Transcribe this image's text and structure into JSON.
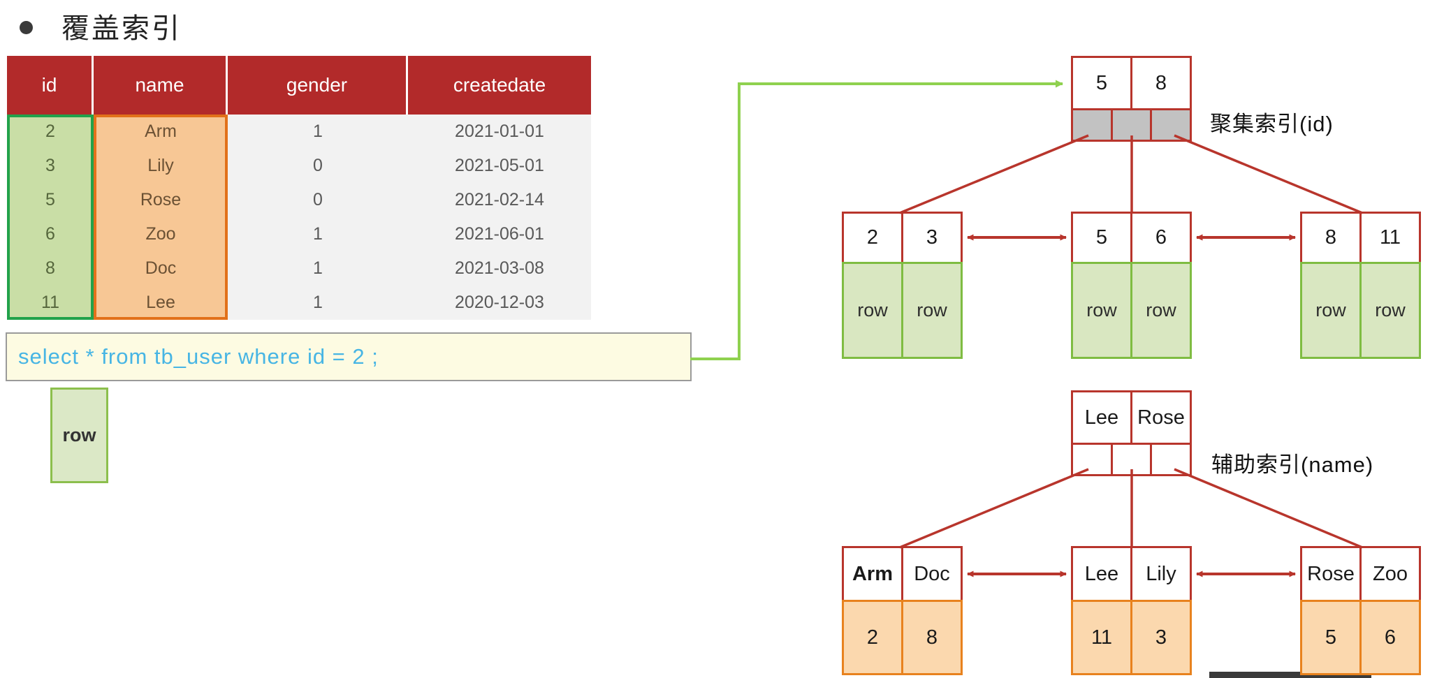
{
  "title": {
    "text": "覆盖索引"
  },
  "table": {
    "headers": [
      "id",
      "name",
      "gender",
      "createdate"
    ],
    "rows": [
      [
        "2",
        "Arm",
        "1",
        "2021-01-01"
      ],
      [
        "3",
        "Lily",
        "0",
        "2021-05-01"
      ],
      [
        "5",
        "Rose",
        "0",
        "2021-02-14"
      ],
      [
        "6",
        "Zoo",
        "1",
        "2021-06-01"
      ],
      [
        "8",
        "Doc",
        "1",
        "2021-03-08"
      ],
      [
        "11",
        "Lee",
        "1",
        "2020-12-03"
      ]
    ]
  },
  "sql": {
    "text": "select * from tb_user where id = 2 ;"
  },
  "standalone_row_box": {
    "label": "row"
  },
  "clustered_index": {
    "label": "聚集索引(id)",
    "root_keys": [
      "5",
      "8"
    ],
    "leaves": [
      {
        "keys": [
          "2",
          "3"
        ],
        "values": [
          "row",
          "row"
        ]
      },
      {
        "keys": [
          "5",
          "6"
        ],
        "values": [
          "row",
          "row"
        ]
      },
      {
        "keys": [
          "8",
          "11"
        ],
        "values": [
          "row",
          "row"
        ]
      }
    ]
  },
  "secondary_index": {
    "label": "辅助索引(name)",
    "root_keys": [
      "Lee",
      "Rose"
    ],
    "leaves": [
      {
        "keys": [
          "Arm",
          "Doc"
        ],
        "values": [
          "2",
          "8"
        ]
      },
      {
        "keys": [
          "Lee",
          "Lily"
        ],
        "values": [
          "11",
          "3"
        ]
      },
      {
        "keys": [
          "Rose",
          "Zoo"
        ],
        "values": [
          "5",
          "6"
        ]
      }
    ]
  },
  "colors": {
    "header_red": "#b22a2a",
    "tree_border_red": "#b8352c",
    "highlight_green": "#22a24b",
    "highlight_orange": "#e2711a",
    "leaf_green_fill": "#d9e7c1",
    "leaf_orange_fill": "#fbd8ae",
    "arrow_green": "#8fd14f",
    "sql_text_blue": "#47b5e4"
  }
}
